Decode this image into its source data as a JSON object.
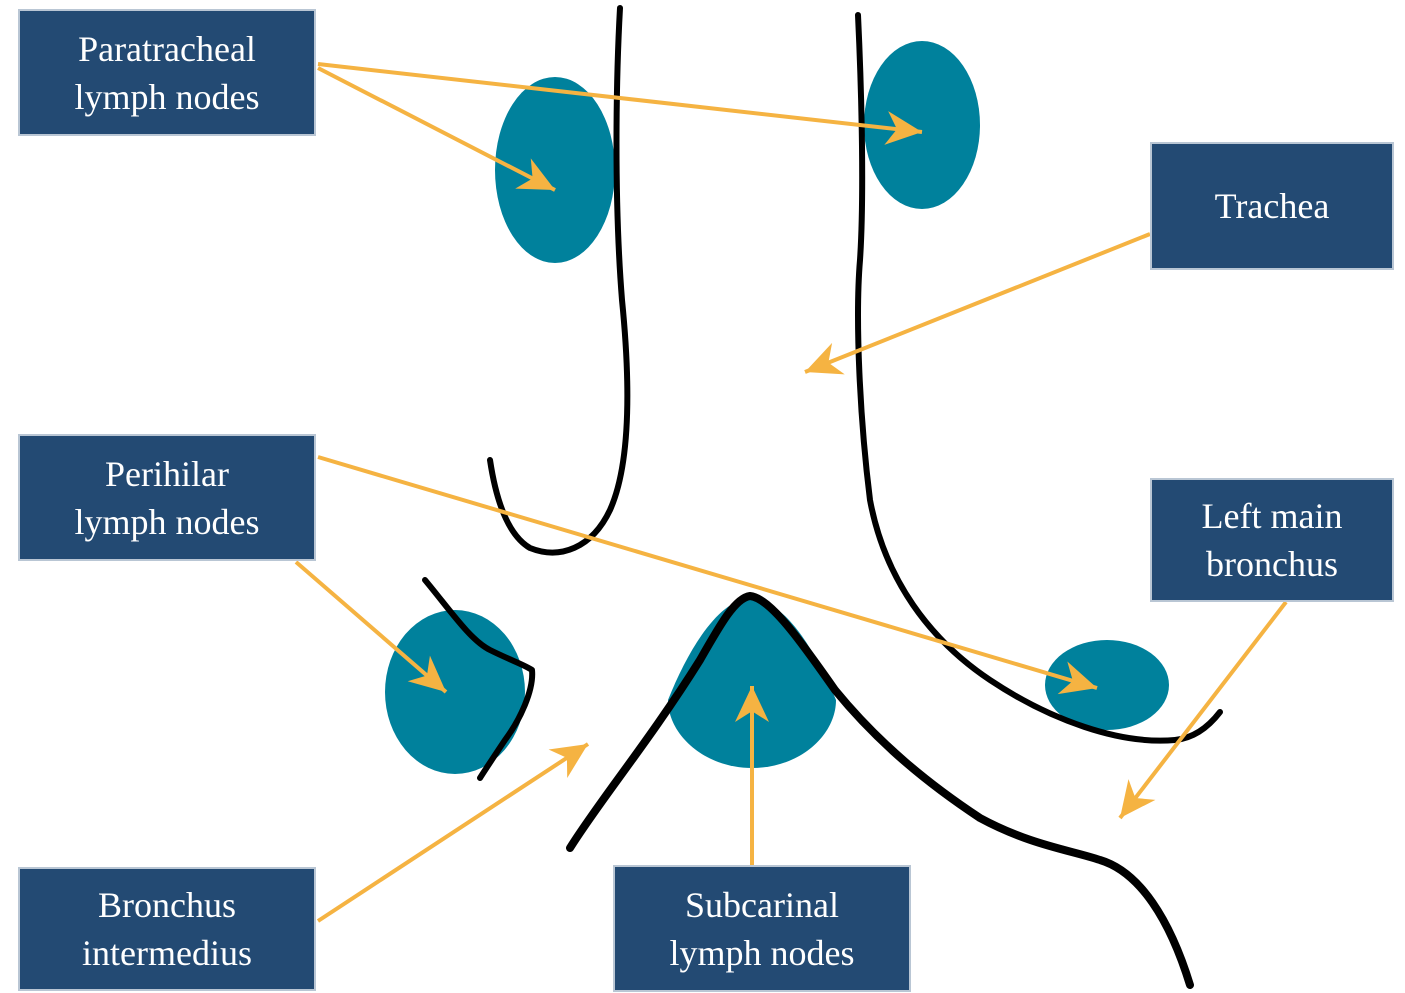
{
  "colors": {
    "label_background": "#234a73",
    "label_border": "#b9c6d4",
    "label_text": "#ffffff",
    "lymph_node": "#00819c",
    "arrow": "#f5b342",
    "airway_outline": "#000000"
  },
  "labels": {
    "paratracheal": {
      "line1": "Paratracheal",
      "line2": "lymph nodes"
    },
    "trachea": {
      "line1": "Trachea"
    },
    "perihilar": {
      "line1": "Perihilar",
      "line2": "lymph nodes"
    },
    "left_main_bronchus": {
      "line1": "Left main",
      "line2": "bronchus"
    },
    "bronchus_intermedius": {
      "line1": "Bronchus",
      "line2": "intermedius"
    },
    "subcarinal": {
      "line1": "Subcarinal",
      "line2": "lymph nodes"
    }
  }
}
